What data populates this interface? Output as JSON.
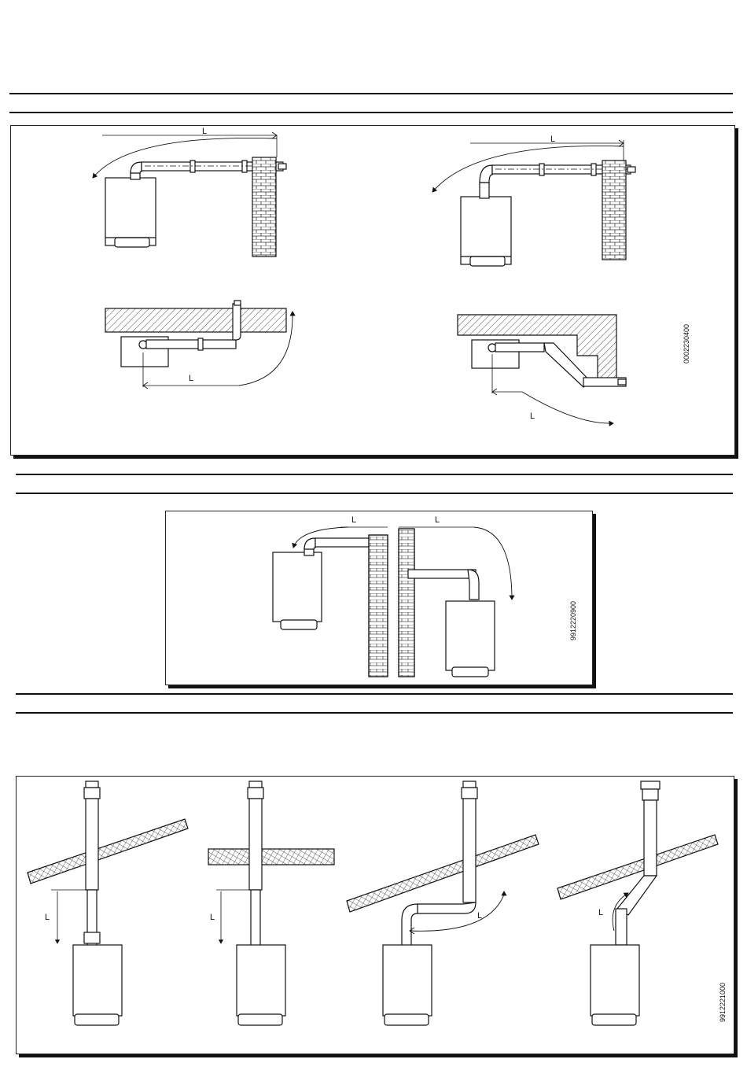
{
  "length_label": "L",
  "panel_1": {
    "code": "0002230400"
  },
  "panel_2": {
    "code": "9912220900"
  },
  "panel_3": {
    "code": "9912221000"
  }
}
